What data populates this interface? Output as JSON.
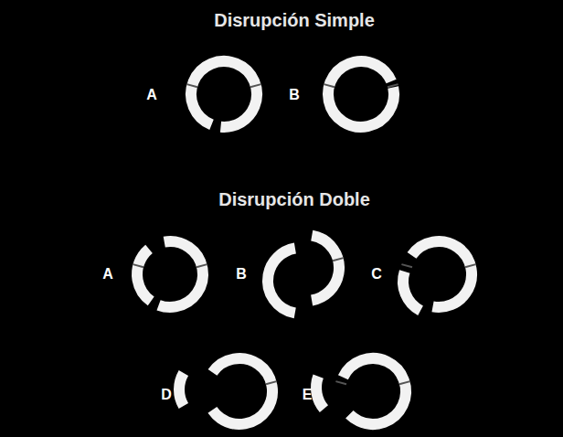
{
  "diagram": {
    "labels": [
      "Disrupción Simple",
      "A",
      "B",
      "Disrupción Doble",
      "A",
      "B",
      "C",
      "D",
      "E"
    ]
  }
}
